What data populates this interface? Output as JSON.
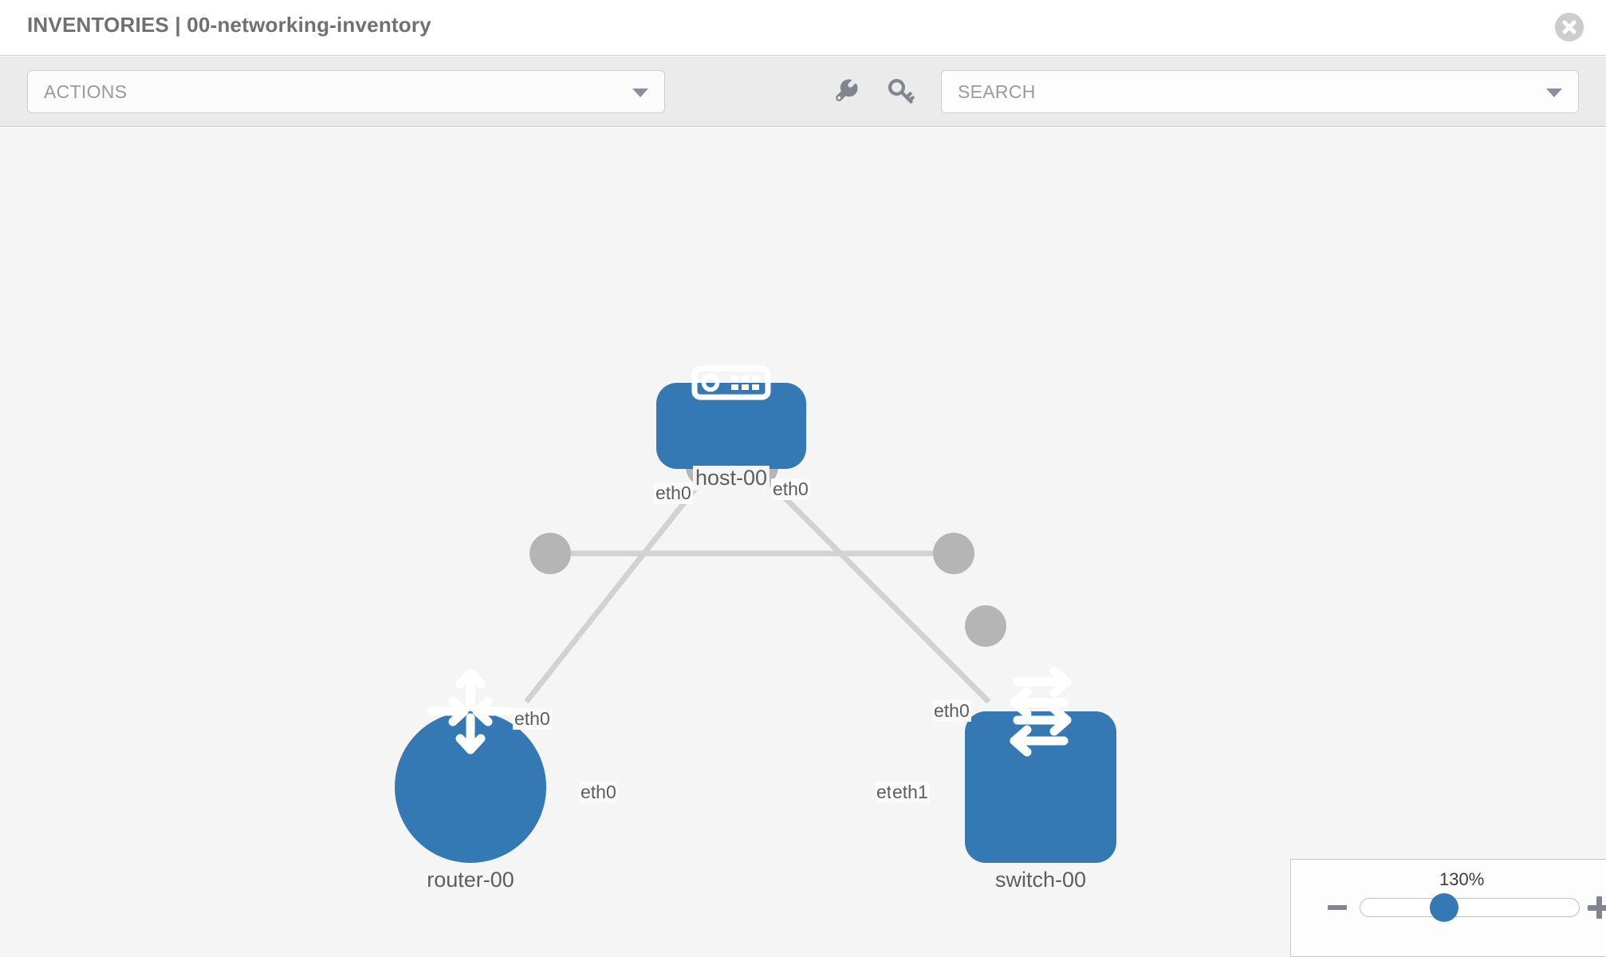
{
  "header": {
    "title": "INVENTORIES | 00-networking-inventory",
    "close_icon": "close-circle-icon"
  },
  "toolbar": {
    "actions_label": "ACTIONS",
    "actions_caret_icon": "chevron-down-icon",
    "wrench_icon": "wrench-icon",
    "key_icon": "key-icon",
    "search_placeholder": "SEARCH",
    "search_caret_icon": "chevron-down-icon"
  },
  "topology": {
    "nodes": [
      {
        "id": "host-00",
        "label": "host-00",
        "type": "host",
        "icon": "server-device-icon",
        "color": "#3479b4"
      },
      {
        "id": "router-00",
        "label": "router-00",
        "type": "router",
        "icon": "router-arrows-icon",
        "color": "#3479b4"
      },
      {
        "id": "switch-00",
        "label": "switch-00",
        "type": "switch",
        "icon": "switch-arrows-icon",
        "color": "#3479b4"
      }
    ],
    "edges": [
      {
        "from": "host-00",
        "to": "router-00",
        "from_label": "eth0",
        "to_label": "eth0"
      },
      {
        "from": "host-00",
        "to": "switch-00",
        "from_label": "eth0",
        "to_label": "eth0"
      },
      {
        "from": "router-00",
        "to": "switch-00",
        "from_label": "eth0",
        "to_label": "eth0",
        "overlap_label": "eth1"
      }
    ],
    "edge_labels": {
      "host_left": "eth0",
      "host_right": "eth0",
      "router_upper": "eth0",
      "switch_upper": "eth0",
      "router_right": "eth0",
      "switch_left_under": "eth0",
      "switch_left_over": "eth1"
    }
  },
  "zoom_control": {
    "value": "130%",
    "minus_icon": "minus-icon",
    "plus_icon": "plus-icon"
  },
  "colors": {
    "node_blue": "#3479b4",
    "canvas_bg": "#f5f5f5",
    "toolbar_bg": "#ebebeb",
    "edge_gray": "#d2d2d2",
    "endpoint_gray": "#b5b5b5",
    "text_gray": "#5e5e5e"
  }
}
